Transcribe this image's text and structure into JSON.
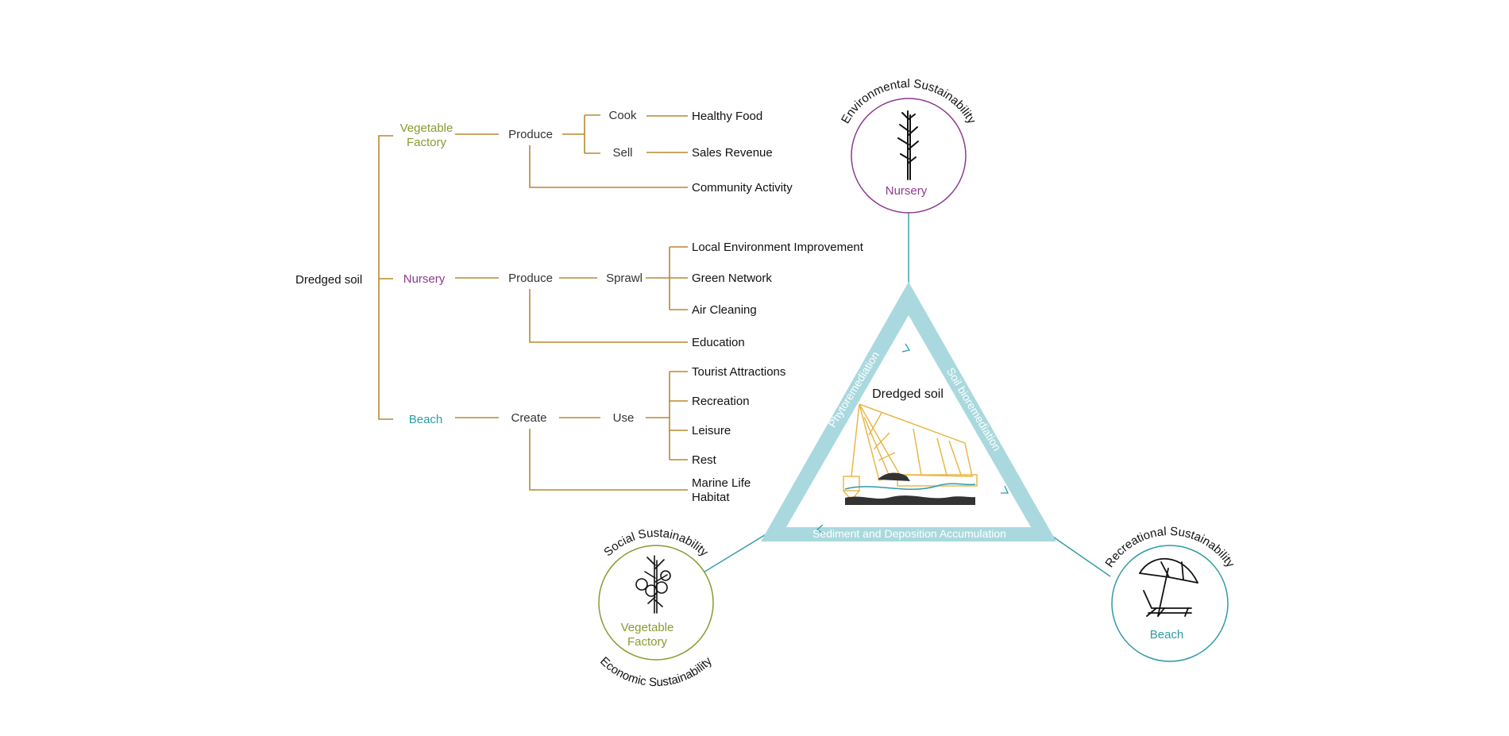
{
  "tree": {
    "root": "Dredged soil",
    "branches": {
      "vegetable_factory": {
        "label_line1": "Vegetable",
        "label_line2": "Factory",
        "verb": "Produce",
        "sub": [
          {
            "action": "Cook",
            "result": "Healthy Food"
          },
          {
            "action": "Sell",
            "result": "Sales Revenue"
          }
        ],
        "extra": "Community Activity"
      },
      "nursery": {
        "label": "Nursery",
        "verb": "Produce",
        "action": "Sprawl",
        "results": [
          "Local Environment Improvement",
          "Green Network",
          "Air Cleaning"
        ],
        "extra": "Education"
      },
      "beach": {
        "label": "Beach",
        "verb": "Create",
        "action": "Use",
        "results": [
          "Tourist Attractions",
          "Recreation",
          "Leisure",
          "Rest"
        ],
        "extra_line1": "Marine Life",
        "extra_line2": "Habitat"
      }
    }
  },
  "triangle": {
    "center_label": "Dredged soil",
    "left_side": "Phytoremediation",
    "right_side": "Soil bioremediation",
    "bottom_side": "Sediment and Deposition Accumulation"
  },
  "nodes": {
    "nursery": {
      "ring": "Environmental Sustainability",
      "label": "Nursery",
      "icon": "tree-icon"
    },
    "vegetable_factory": {
      "ring_top": "Social Sustainability",
      "ring_bottom": "Economic Sustainability",
      "label_line1": "Vegetable",
      "label_line2": "Factory",
      "icon": "tomato-plant-icon"
    },
    "beach": {
      "ring": "Recreational Sustainability",
      "label": "Beach",
      "icon": "beach-chair-umbrella-icon"
    }
  },
  "colors": {
    "tree_line": "#b8892e",
    "vegetable": "#8a9a2e",
    "nursery": "#8e3a8e",
    "beach": "#2e9aa8",
    "triangle_band": "#a9d9de",
    "crane": "#e8b84a"
  }
}
